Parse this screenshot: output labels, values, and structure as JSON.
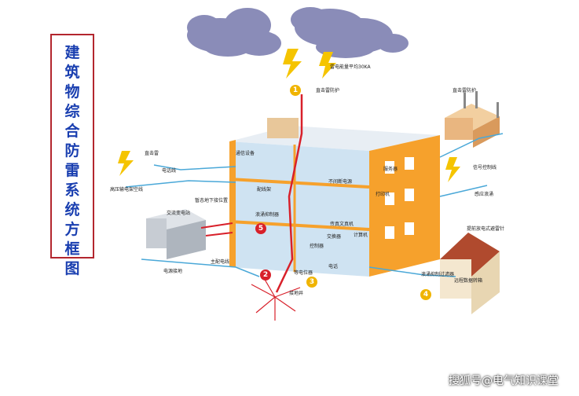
{
  "title": "建筑物综合防雷系统方框图",
  "labels": {
    "lightning_energy": "雷电能量平均30KA",
    "direct_protection_top": "直击雷防护",
    "direct_protection_factory": "直击雷防护",
    "direct_lightning": "直击雷",
    "phone_line": "电话线",
    "hv_overhead": "高压输电架空线",
    "ac_substation": "交流变电站",
    "grounding_point": "暂态地下接位置",
    "comm_equipment": "通信设备",
    "distribution_frame": "配线架",
    "server": "服务器",
    "ups": "不间断电源",
    "printer": "打印机",
    "surge_protector_2": "浪涌抑制器",
    "fax": "传真文真机",
    "signal_line": "信号控制线",
    "surge_line": "感应浪涌",
    "computer": "计算机",
    "switch": "交换器",
    "controller": "控制器",
    "phone": "电话",
    "main_power_line": "主配电线",
    "power_grounding": "电源接地",
    "potential": "等电位器",
    "ground_well": "接地井",
    "lightning_rod_preact": "提前放电式避雷针",
    "surge_filter": "浪涌抑制过滤器",
    "remote_box": "远程数据转箱"
  },
  "badges": [
    "1",
    "2",
    "3",
    "4",
    "5"
  ],
  "watermark": "搜狐号@电气知识课堂",
  "colors": {
    "title_border": "#b3262e",
    "title_text": "#1a3fb0",
    "cloud": "#8a8cb8",
    "lightning": "#f5c400",
    "building_front": "#f6a12c",
    "floor_blue": "#cfe3f2",
    "factory": "#e9b680",
    "house_roof": "#b04a2e",
    "wire_blue": "#4aa8d8",
    "wire_red": "#d8202a"
  }
}
